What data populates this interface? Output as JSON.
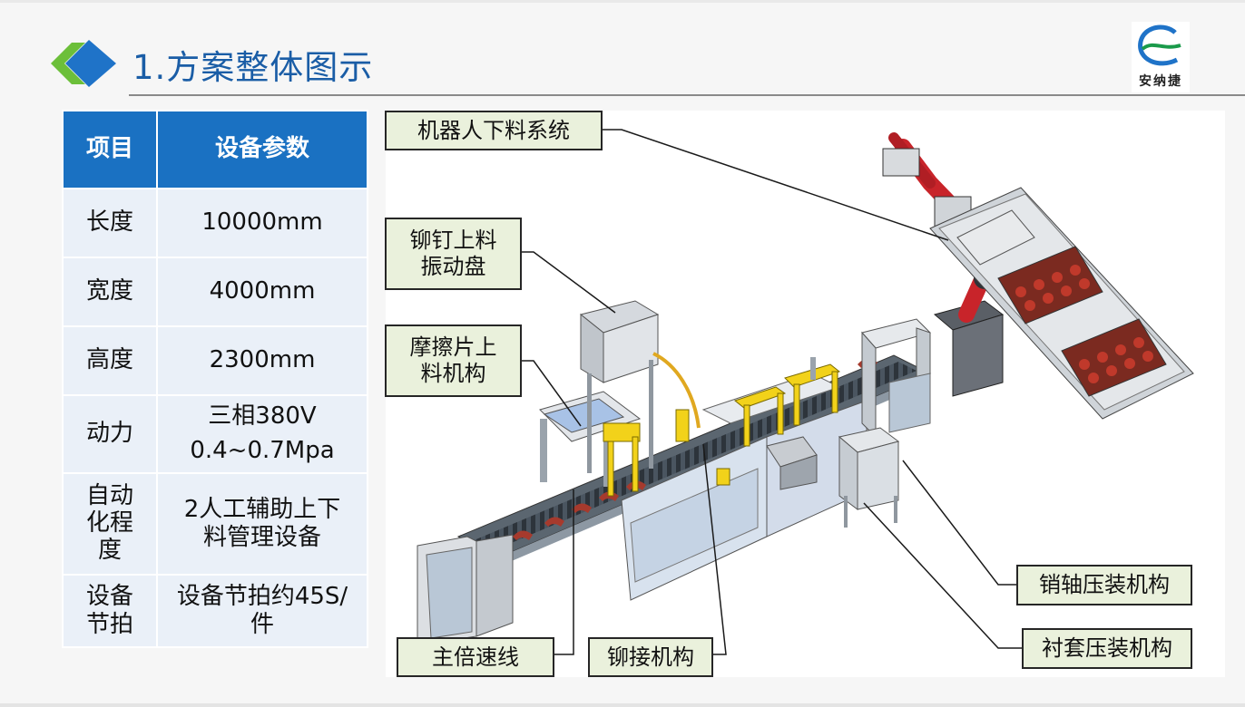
{
  "title": "1.方案整体图示",
  "logo": {
    "text": "安纳捷",
    "icon": "logo-wave-e-icon"
  },
  "table": {
    "headers": [
      "项目",
      "设备参数"
    ],
    "rows": [
      {
        "item": [
          "长度"
        ],
        "value": [
          "10000mm"
        ]
      },
      {
        "item": [
          "宽度"
        ],
        "value": [
          "4000mm"
        ]
      },
      {
        "item": [
          "高度"
        ],
        "value": [
          "2300mm"
        ]
      },
      {
        "item": [
          "动力"
        ],
        "value": [
          "三相380V",
          "0.4~0.7Mpa"
        ]
      },
      {
        "item": [
          "自动",
          "化程",
          "度"
        ],
        "value": [
          "2人工辅助上下",
          "料管理设备"
        ]
      },
      {
        "item": [
          "设备",
          "节拍"
        ],
        "value": [
          "设备节拍约45S/",
          "件"
        ]
      }
    ]
  },
  "callouts": {
    "robot": "机器人下料系统",
    "rivet_feeder": [
      "铆钉上料",
      "振动盘"
    ],
    "friction": [
      "摩擦片上",
      "料机构"
    ],
    "pin_press": "销轴压装机构",
    "bushing_press": "衬套压装机构",
    "speed_line": "主倍速线",
    "riveting": "铆接机构"
  },
  "colors": {
    "title_blue": "#1a5da6",
    "table_header": "#1a71c2",
    "table_cell": "#eaf0f8",
    "callout_bg": "#eaf1dc",
    "robot_red": "#c8242a",
    "fixture_yellow": "#f2d21a",
    "icon_green": "#6cbf3a",
    "icon_blue": "#1f73c8"
  }
}
